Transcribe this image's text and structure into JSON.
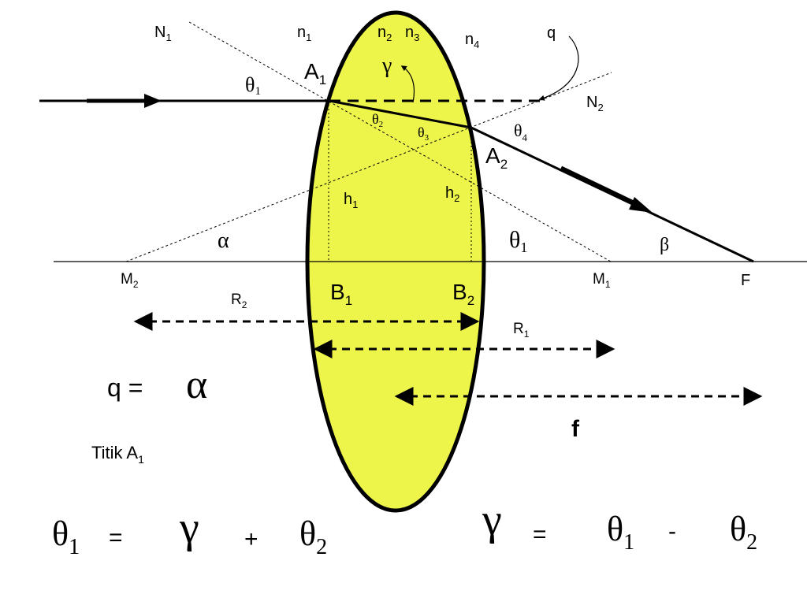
{
  "colors": {
    "lens_fill": "#eef54a",
    "ink": "#000000",
    "background": "#ffffff"
  },
  "symbols": {
    "theta": "θ",
    "gamma": "γ",
    "alpha": "α",
    "beta": "β"
  },
  "labels": {
    "n": "N",
    "sub_1": "1",
    "sub_2": "2",
    "sub_3": "3",
    "sub_4": "4",
    "n_small": "n",
    "q": "q",
    "a": "A",
    "h": "h",
    "m": "M",
    "b": "B",
    "r": "R",
    "f_point": "F",
    "f_focal": "f"
  },
  "equations": {
    "q_eq": "q =",
    "titik": "Titik A",
    "equals": "=",
    "plus": "+",
    "minus": "-"
  }
}
